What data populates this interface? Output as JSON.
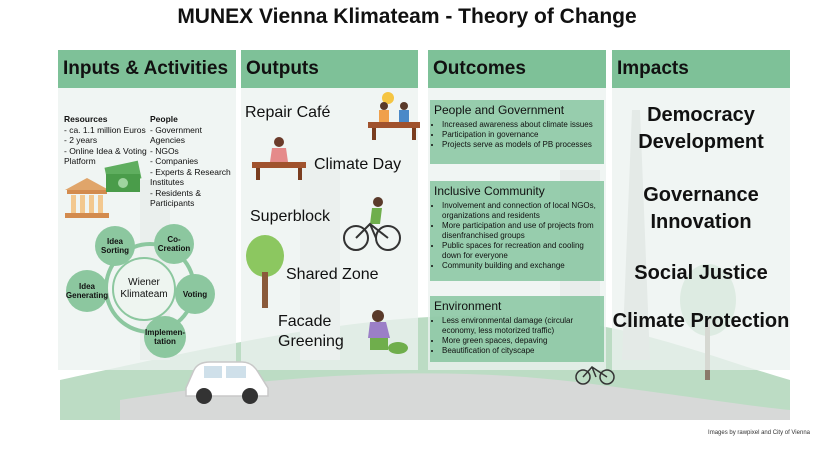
{
  "title": "MUNEX Vienna Klimateam - Theory of Change",
  "columns": {
    "inputs": "Inputs & Activities",
    "outputs": "Outputs",
    "outcomes": "Outcomes",
    "impacts": "Impacts"
  },
  "resources": {
    "heading": "Resources",
    "items": [
      "- ca. 1.1 million Euros",
      "- 2 years",
      "- Online Idea & Voting Platform"
    ]
  },
  "people": {
    "heading": "People",
    "items": [
      "- Government Agencies",
      "- NGOs",
      "- Companies",
      "- Experts & Research Institutes",
      "- Residents & Participants"
    ]
  },
  "cycle": {
    "center": "Wiener Klimateam",
    "steps": [
      "Idea Sorting",
      "Co-Creation",
      "Voting",
      "Implemen-tation",
      "Idea Generating"
    ]
  },
  "outputs": [
    "Repair Café",
    "Climate Day",
    "Superblock",
    "Shared Zone",
    "Facade Greening"
  ],
  "outcomes": [
    {
      "title": "People and Government",
      "items": [
        "Increased awareness about climate issues",
        "Participation in governance",
        "Projects serve as models of PB processes"
      ]
    },
    {
      "title": "Inclusive Community",
      "items": [
        "Involvement and connection of local NGOs, organizations and residents",
        "More participation and use of projects from disenfranchised groups",
        "Public spaces for recreation and cooling down for everyone",
        "Community building and exchange"
      ]
    },
    {
      "title": "Environment",
      "items": [
        "Less environmental damage (circular economy, less motorized traffic)",
        "More green spaces, depaving",
        "Beautification of cityscape"
      ]
    }
  ],
  "impacts": [
    "Democracy Development",
    "Governance Innovation",
    "Social Justice",
    "Climate Protection"
  ],
  "credit": "Images by rawpixel and City of Vienna",
  "colors": {
    "header": "#7ec198",
    "box": "#7ec198",
    "circle": "#8cc79f",
    "panel": "#ecf2ef"
  }
}
